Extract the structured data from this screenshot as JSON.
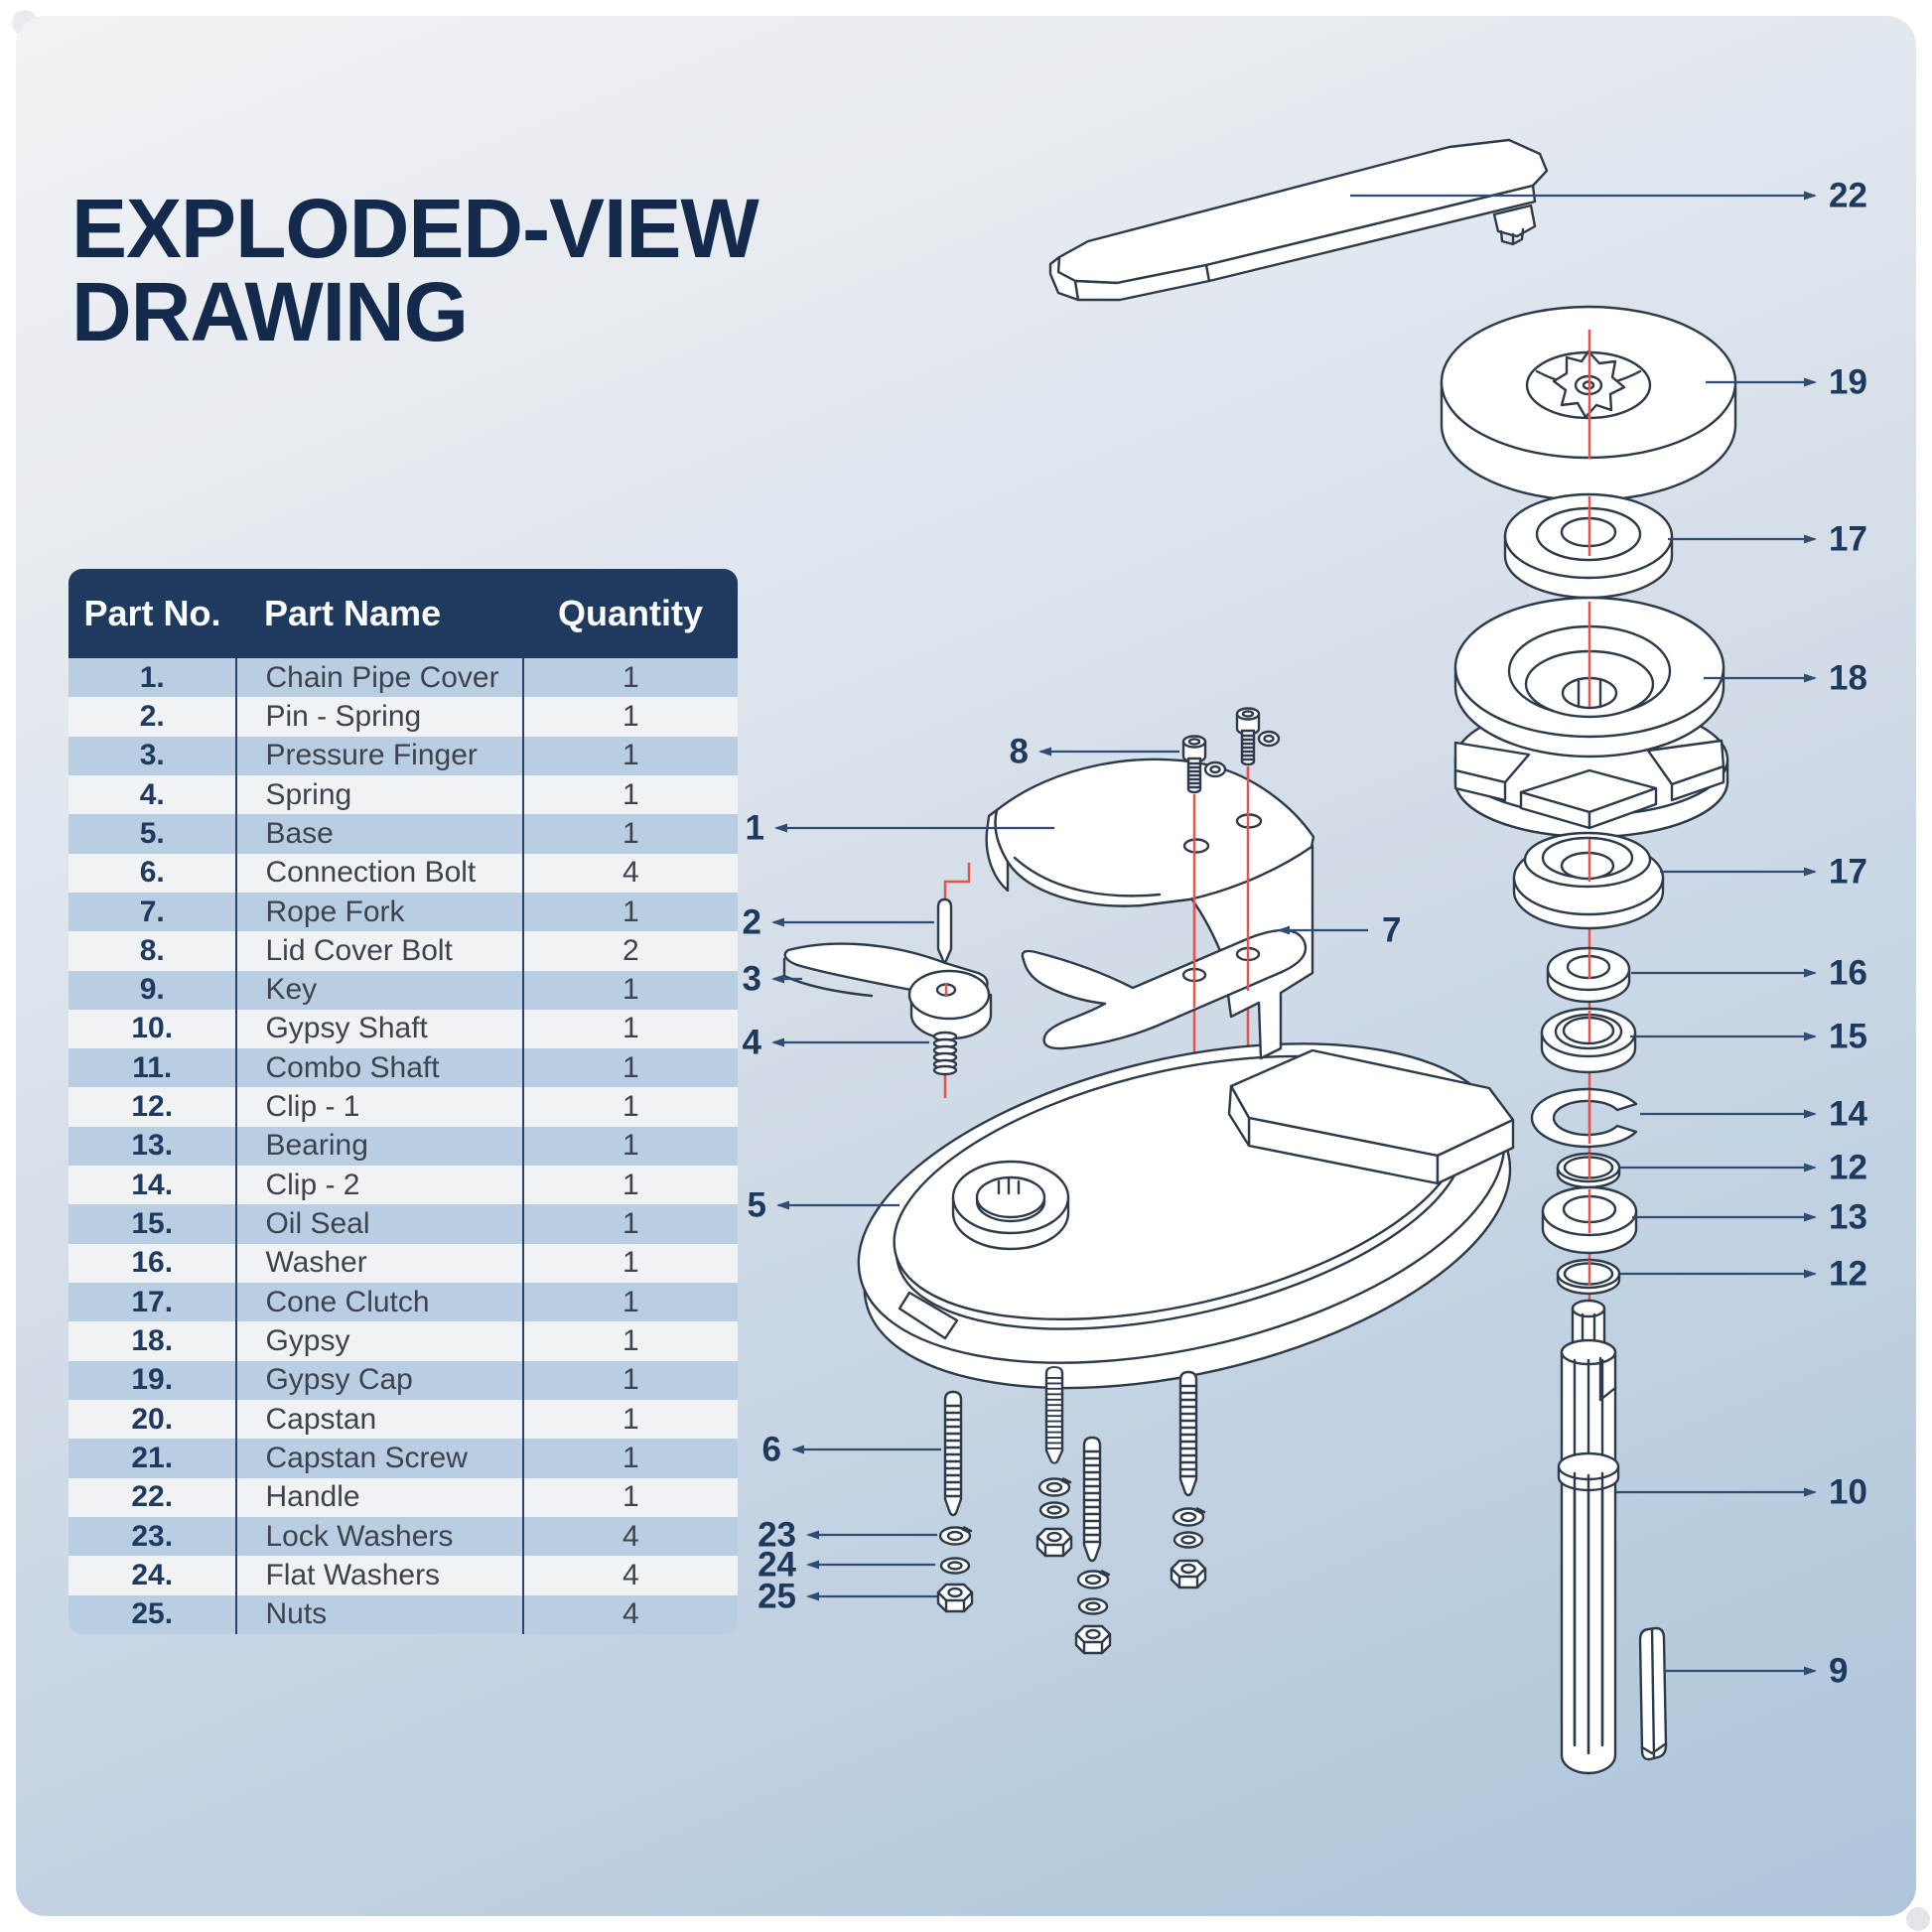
{
  "title": {
    "line1": "EXPLODED-VIEW",
    "line2": "DRAWING"
  },
  "table": {
    "headers": [
      "Part No.",
      "Part Name",
      "Quantity"
    ],
    "rows": [
      {
        "no": "1.",
        "name": "Chain Pipe Cover",
        "qty": "1"
      },
      {
        "no": "2.",
        "name": "Pin - Spring",
        "qty": "1"
      },
      {
        "no": "3.",
        "name": "Pressure Finger",
        "qty": "1"
      },
      {
        "no": "4.",
        "name": "Spring",
        "qty": "1"
      },
      {
        "no": "5.",
        "name": "Base",
        "qty": "1"
      },
      {
        "no": "6.",
        "name": "Connection Bolt",
        "qty": "4"
      },
      {
        "no": "7.",
        "name": "Rope Fork",
        "qty": "1"
      },
      {
        "no": "8.",
        "name": "Lid Cover Bolt",
        "qty": "2"
      },
      {
        "no": "9.",
        "name": "Key",
        "qty": "1"
      },
      {
        "no": "10.",
        "name": "Gypsy Shaft",
        "qty": "1"
      },
      {
        "no": "11.",
        "name": "Combo Shaft",
        "qty": "1"
      },
      {
        "no": "12.",
        "name": "Clip - 1",
        "qty": "1"
      },
      {
        "no": "13.",
        "name": "Bearing",
        "qty": "1"
      },
      {
        "no": "14.",
        "name": "Clip - 2",
        "qty": "1"
      },
      {
        "no": "15.",
        "name": "Oil Seal",
        "qty": "1"
      },
      {
        "no": "16.",
        "name": "Washer",
        "qty": "1"
      },
      {
        "no": "17.",
        "name": "Cone Clutch",
        "qty": "1"
      },
      {
        "no": "18.",
        "name": "Gypsy",
        "qty": "1"
      },
      {
        "no": "19.",
        "name": "Gypsy Cap",
        "qty": "1"
      },
      {
        "no": "20.",
        "name": "Capstan",
        "qty": "1"
      },
      {
        "no": "21.",
        "name": "Capstan Screw",
        "qty": "1"
      },
      {
        "no": "22.",
        "name": "Handle",
        "qty": "1"
      },
      {
        "no": "23.",
        "name": "Lock Washers",
        "qty": "4"
      },
      {
        "no": "24.",
        "name": "Flat Washers",
        "qty": "4"
      },
      {
        "no": "25.",
        "name": "Nuts",
        "qty": "4"
      }
    ]
  },
  "diagram": {
    "callouts": [
      "22",
      "19",
      "17",
      "18",
      "17",
      "16",
      "15",
      "14",
      "12",
      "13",
      "12",
      "10",
      "9",
      "8",
      "1",
      "2",
      "3",
      "4",
      "5",
      "6",
      "23",
      "24",
      "25",
      "7"
    ]
  },
  "colors": {
    "navy_header": "#1e3a5f",
    "title_navy": "#142a4d",
    "row_blue": "#b9cee3",
    "row_white": "#f0f2f4",
    "body_text": "#3c434c",
    "callout_navy": "#1d3a5e",
    "axis_red": "#e4534c",
    "outline_dark": "#2c3a49"
  }
}
